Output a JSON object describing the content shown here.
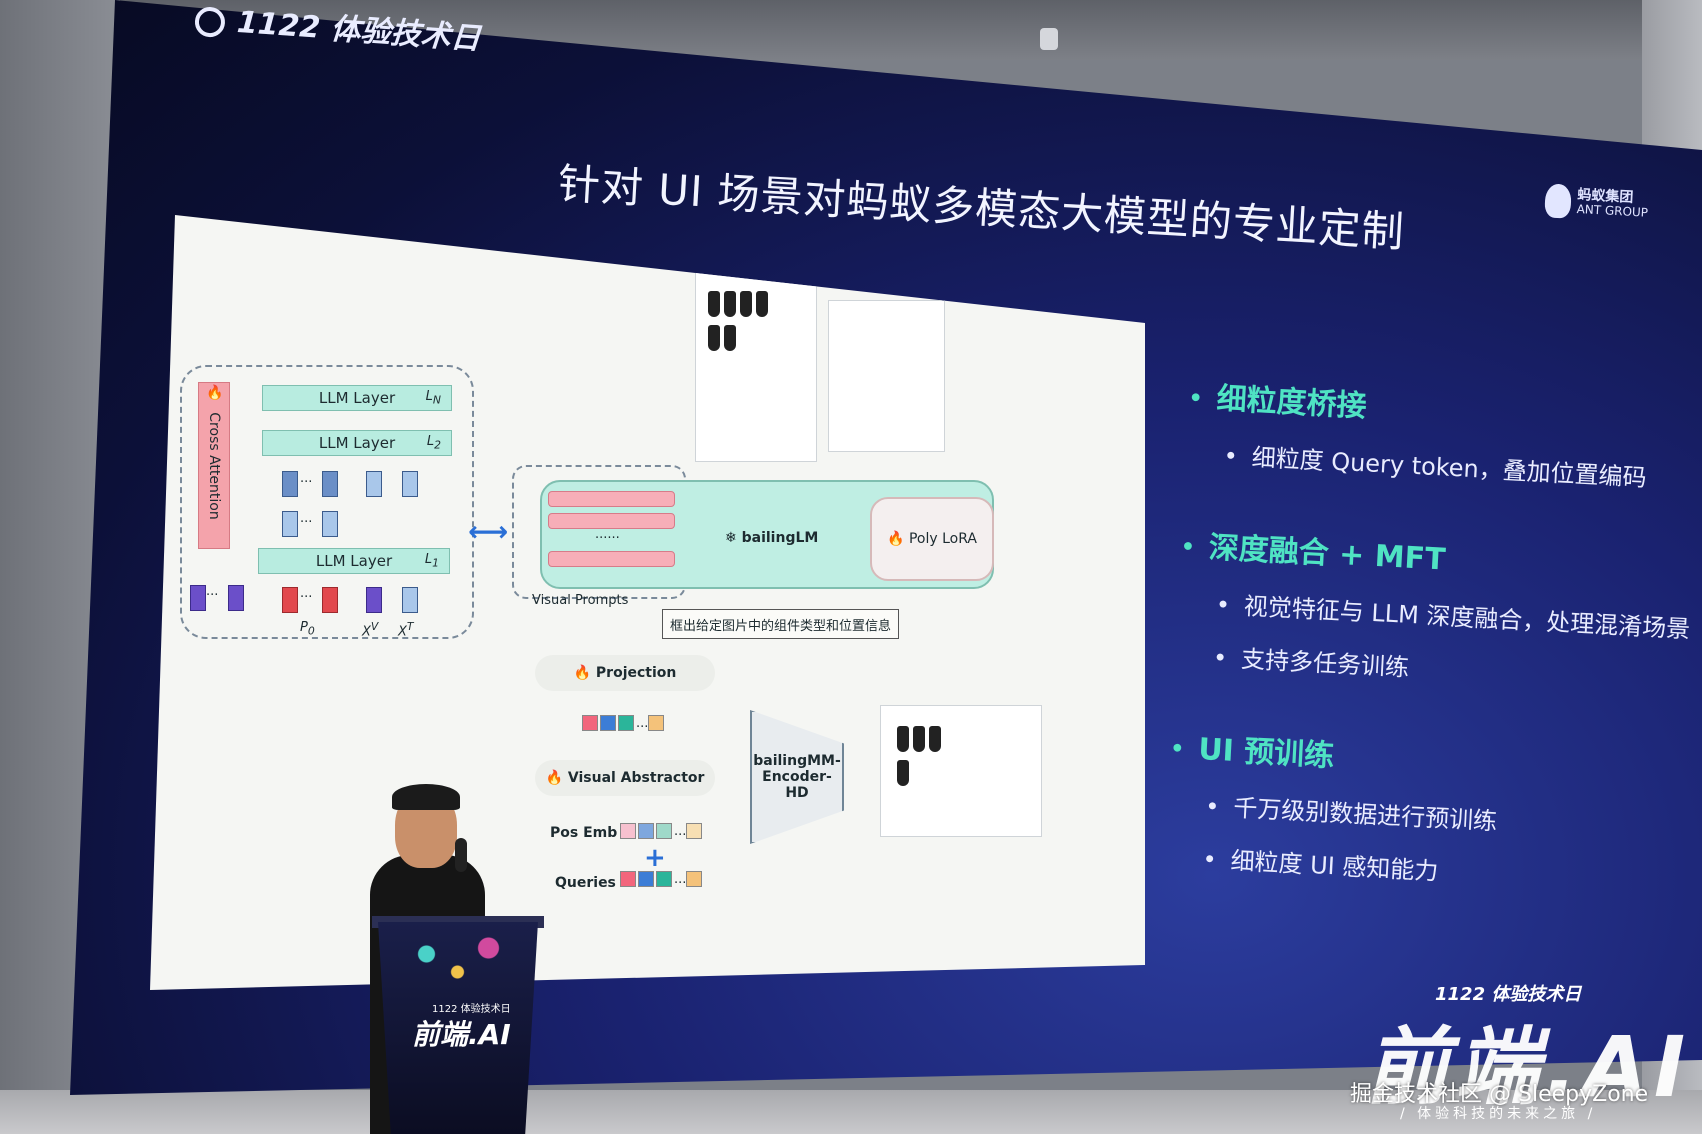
{
  "event": {
    "name": "1122 体验技术日",
    "brand": "前端.AI",
    "slogan": "/ 体验科技的未来之旅 /",
    "podium_text": "1122 体验技术日",
    "podium_brand": "前端.AI"
  },
  "slide": {
    "title": "针对 UI 场景对蚂蚁多模态大模型的专业定制",
    "company_logo_cn": "蚂蚁集团",
    "company_logo_en": "ANT GROUP"
  },
  "diagram": {
    "llm_layer_label": "LLM Layer",
    "llm_layer_n": "L",
    "sub_n": "N",
    "sub_2": "2",
    "sub_1": "1",
    "cross_attention": "Cross Attention",
    "p0": "P",
    "sub_0": "0",
    "xv": "X",
    "sup_v": "V",
    "xt": "X",
    "sup_t": "T",
    "dots": "···",
    "visual_prompts": "Visual Prompts",
    "bailing_lm": "bailingLM",
    "poly_lora": "Poly LoRA",
    "caption": "框出给定图片中的组件类型和位置信息",
    "projection": "Projection",
    "visual_abstractor": "Visual Abstractor",
    "encoder": "bailingMM-Encoder-HD",
    "pos_emb": "Pos Emb",
    "plus": "+",
    "queries": "Queries",
    "bar_dots": "······"
  },
  "bullets": [
    {
      "head": "细粒度桥接",
      "subs": [
        "细粒度 Query token，叠加位置编码"
      ]
    },
    {
      "head": "深度融合 + MFT",
      "subs": [
        "视觉特征与 LLM 深度融合，处理混淆场景",
        "支持多任务训练"
      ]
    },
    {
      "head": "UI 预训练",
      "subs": [
        "千万级别数据进行预训练",
        "细粒度 UI 感知能力"
      ]
    }
  ],
  "watermark": "掘金技术社区 @ SleepyZone",
  "colors": {
    "accent_teal": "#4fe3c3",
    "screen_blue": "#1a2270",
    "llm_layer_green": "#b8ece0",
    "cross_attention_pink": "#f4a3ab"
  },
  "icons": {
    "flame": "flame-icon",
    "snowflake": "snowflake-icon",
    "bidirectional_arrow": "double-arrow-icon"
  }
}
